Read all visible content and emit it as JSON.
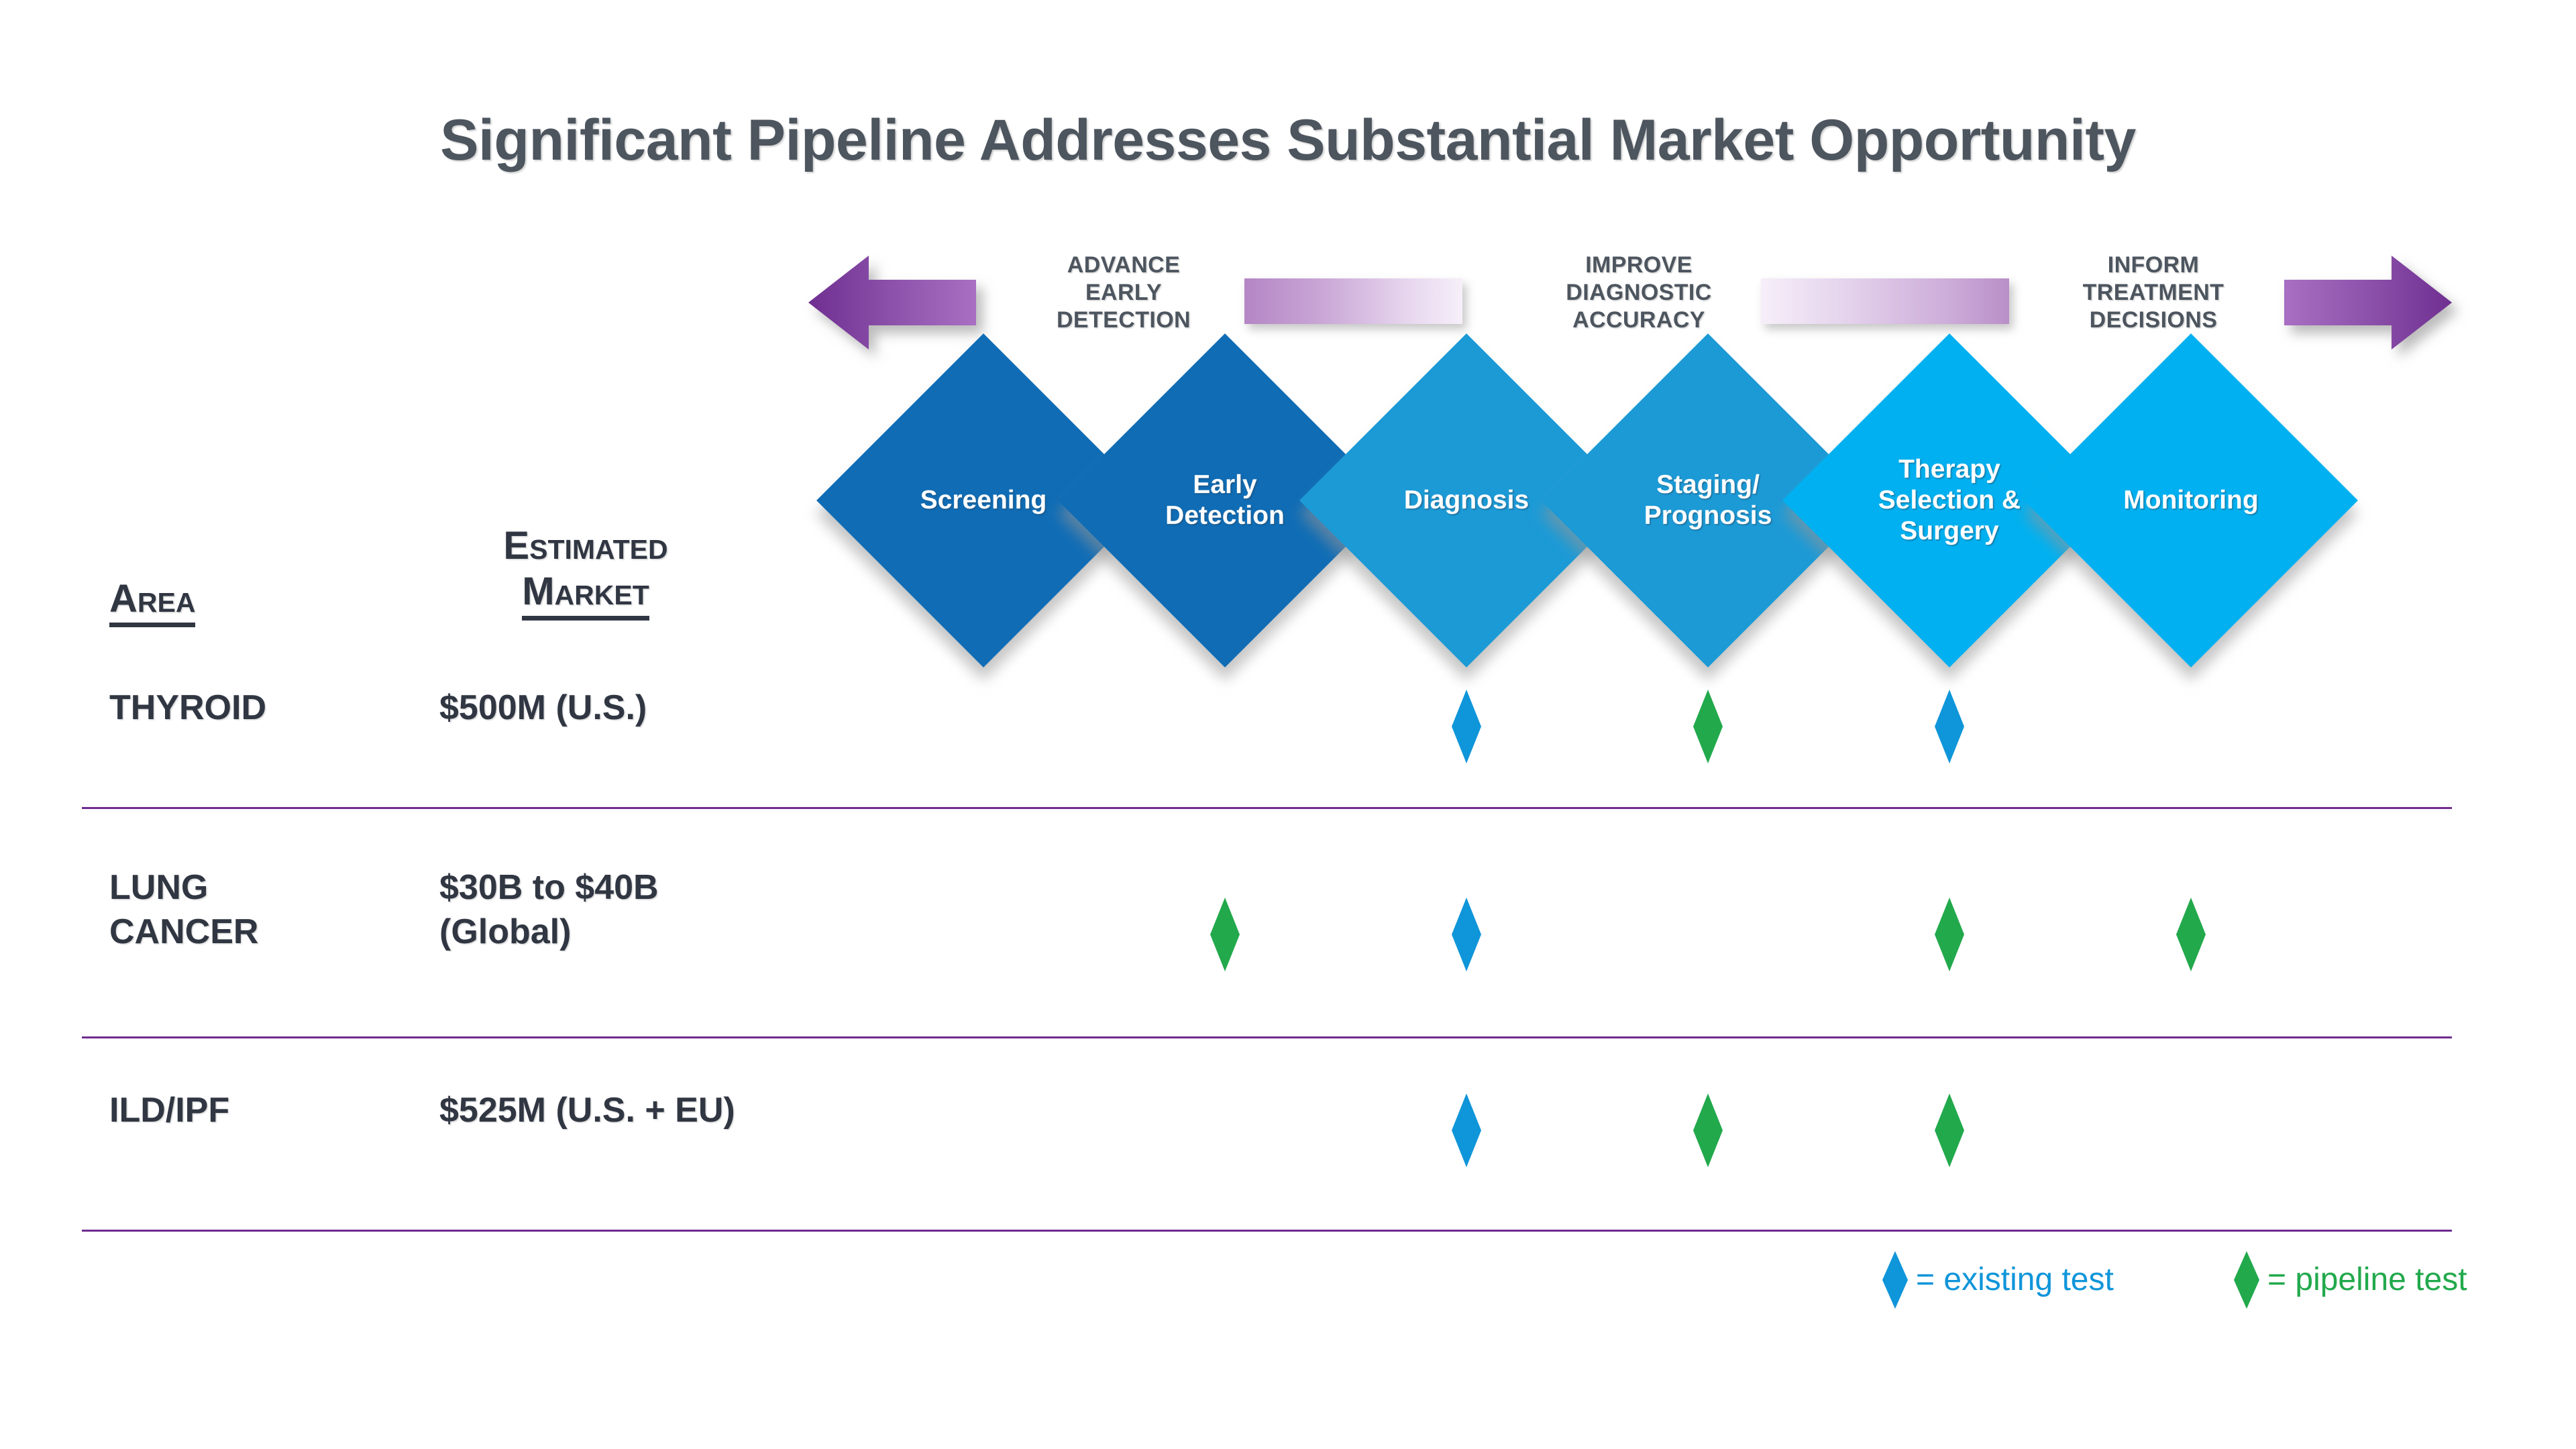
{
  "title": "Significant Pipeline Addresses Substantial Market Opportunity",
  "colors": {
    "title_text": "#4d555f",
    "body_text": "#303642",
    "arrow_purple_dark": "#7b3f9d",
    "arrow_purple_light": "#a46cbd",
    "divider_purple": "#6f2c8f",
    "stage_dark_blue": "#0f6cb5",
    "stage_mid_blue": "#1b9ad6",
    "stage_bright_blue": "#00b0f0",
    "marker_existing_blue": "#0f95d9",
    "marker_pipeline_green": "#22a94c"
  },
  "direction_band": {
    "left_arrow": "arrow-left-icon",
    "right_arrow": "arrow-right-icon",
    "labels": [
      "ADVANCE\nEARLY\nDETECTION",
      "IMPROVE\nDIAGNOSTIC\nACCURACY",
      "INFORM\nTREATMENT\nDECISIONS"
    ]
  },
  "stages": [
    {
      "label": "Screening",
      "color": "#0f6cb5"
    },
    {
      "label": "Early\nDetection",
      "color": "#0f6cb5"
    },
    {
      "label": "Diagnosis",
      "color": "#1b9ad6"
    },
    {
      "label": "Staging/\nPrognosis",
      "color": "#1b9ad6"
    },
    {
      "label": "Therapy\nSelection &\nSurgery",
      "color": "#00b0f0"
    },
    {
      "label": "Monitoring",
      "color": "#00b0f0"
    }
  ],
  "table": {
    "headers": {
      "area": "Area",
      "market_line1": "Estimated",
      "market_line2": "Market"
    },
    "rows": [
      {
        "area": "THYROID",
        "market": "$500M (U.S.)",
        "markers": [
          null,
          null,
          "existing",
          "pipeline",
          "existing",
          null
        ]
      },
      {
        "area": "LUNG\nCANCER",
        "market": "$30B to $40B\n(Global)",
        "markers": [
          null,
          "pipeline",
          "existing",
          null,
          "pipeline",
          "pipeline"
        ]
      },
      {
        "area": "ILD/IPF",
        "market": "$525M (U.S. + EU)",
        "markers": [
          null,
          null,
          "existing",
          "pipeline",
          "pipeline",
          null
        ]
      }
    ]
  },
  "legend": {
    "existing": {
      "swatch": "diamond-blue-icon",
      "text": "= existing test",
      "color": "#0f95d9"
    },
    "pipeline": {
      "swatch": "diamond-green-icon",
      "text": "= pipeline test",
      "color": "#22a94c"
    }
  },
  "chart_data": {
    "type": "table",
    "title": "Significant Pipeline Addresses Substantial Market Opportunity",
    "columns": [
      "Area",
      "Estimated Market",
      "Screening",
      "Early Detection",
      "Diagnosis",
      "Staging/Prognosis",
      "Therapy Selection & Surgery",
      "Monitoring"
    ],
    "rows": [
      {
        "Area": "THYROID",
        "Estimated Market": "$500M (U.S.)",
        "Screening": "",
        "Early Detection": "",
        "Diagnosis": "existing test",
        "Staging/Prognosis": "pipeline test",
        "Therapy Selection & Surgery": "existing test",
        "Monitoring": ""
      },
      {
        "Area": "LUNG CANCER",
        "Estimated Market": "$30B to $40B (Global)",
        "Screening": "",
        "Early Detection": "pipeline test",
        "Diagnosis": "existing test",
        "Staging/Prognosis": "",
        "Therapy Selection & Surgery": "pipeline test",
        "Monitoring": "pipeline test"
      },
      {
        "Area": "ILD/IPF",
        "Estimated Market": "$525M (U.S. + EU)",
        "Screening": "",
        "Early Detection": "",
        "Diagnosis": "existing test",
        "Staging/Prognosis": "pipeline test",
        "Therapy Selection & Surgery": "pipeline test",
        "Monitoring": ""
      }
    ],
    "legend": [
      "= existing test",
      "= pipeline test"
    ],
    "annotations": [
      "ADVANCE EARLY DETECTION",
      "IMPROVE DIAGNOSTIC ACCURACY",
      "INFORM TREATMENT DECISIONS"
    ]
  }
}
